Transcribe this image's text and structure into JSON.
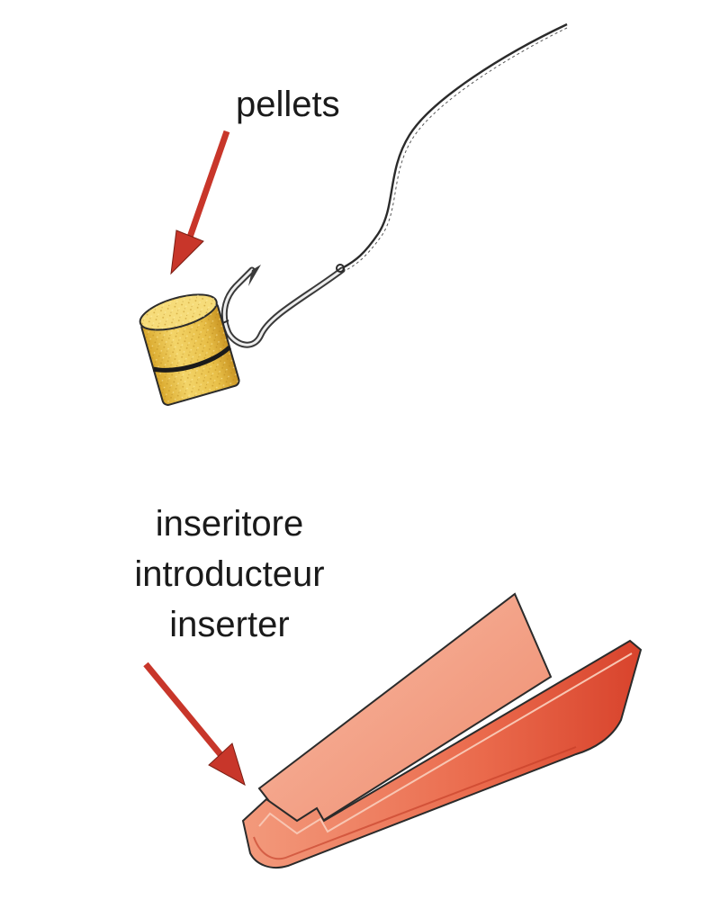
{
  "labels": {
    "pellets": "pellets",
    "inserter": [
      "inseritore",
      "introducteur",
      "inserter"
    ]
  },
  "colors": {
    "arrow": "#c8362a",
    "pellet": "#e9c04a",
    "pellet_shade": "#c99a22",
    "inserter": "#ee7a5c",
    "inserter_dark": "#d9442e",
    "inserter_light": "#f6b09a",
    "line": "#2b2b2b"
  }
}
